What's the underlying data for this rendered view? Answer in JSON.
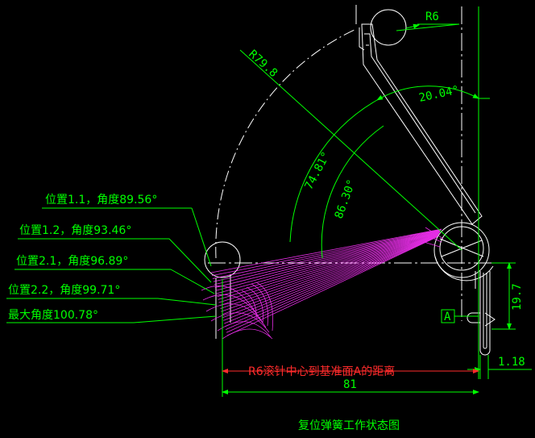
{
  "colors": {
    "background": "#000000",
    "annotation": "#00ff00",
    "geometry": "#ffffff",
    "motion": "#ff33ff",
    "highlight": "#ff2b2b"
  },
  "labels": {
    "r6": "R6",
    "r79_8": "R79.8",
    "angle_20_04": "20.04°",
    "radius_74_81": "74.81°",
    "radius_86_30": "86.30°",
    "pos_1_1": "位置1.1，角度89.56°",
    "pos_1_2": "位置1.2，角度93.46°",
    "pos_2_1": "位置2.1，角度96.89°",
    "pos_2_2": "位置2.2，角度99.71°",
    "max_angle": "最大角度100.78°",
    "datum_a": "A",
    "dim_19_7": "19.7",
    "dim_1_18": "1.18",
    "dim_81": "81",
    "red_note": "R6滚针中心到基准面A的距离",
    "caption": "复位弹簧工作状态图"
  }
}
